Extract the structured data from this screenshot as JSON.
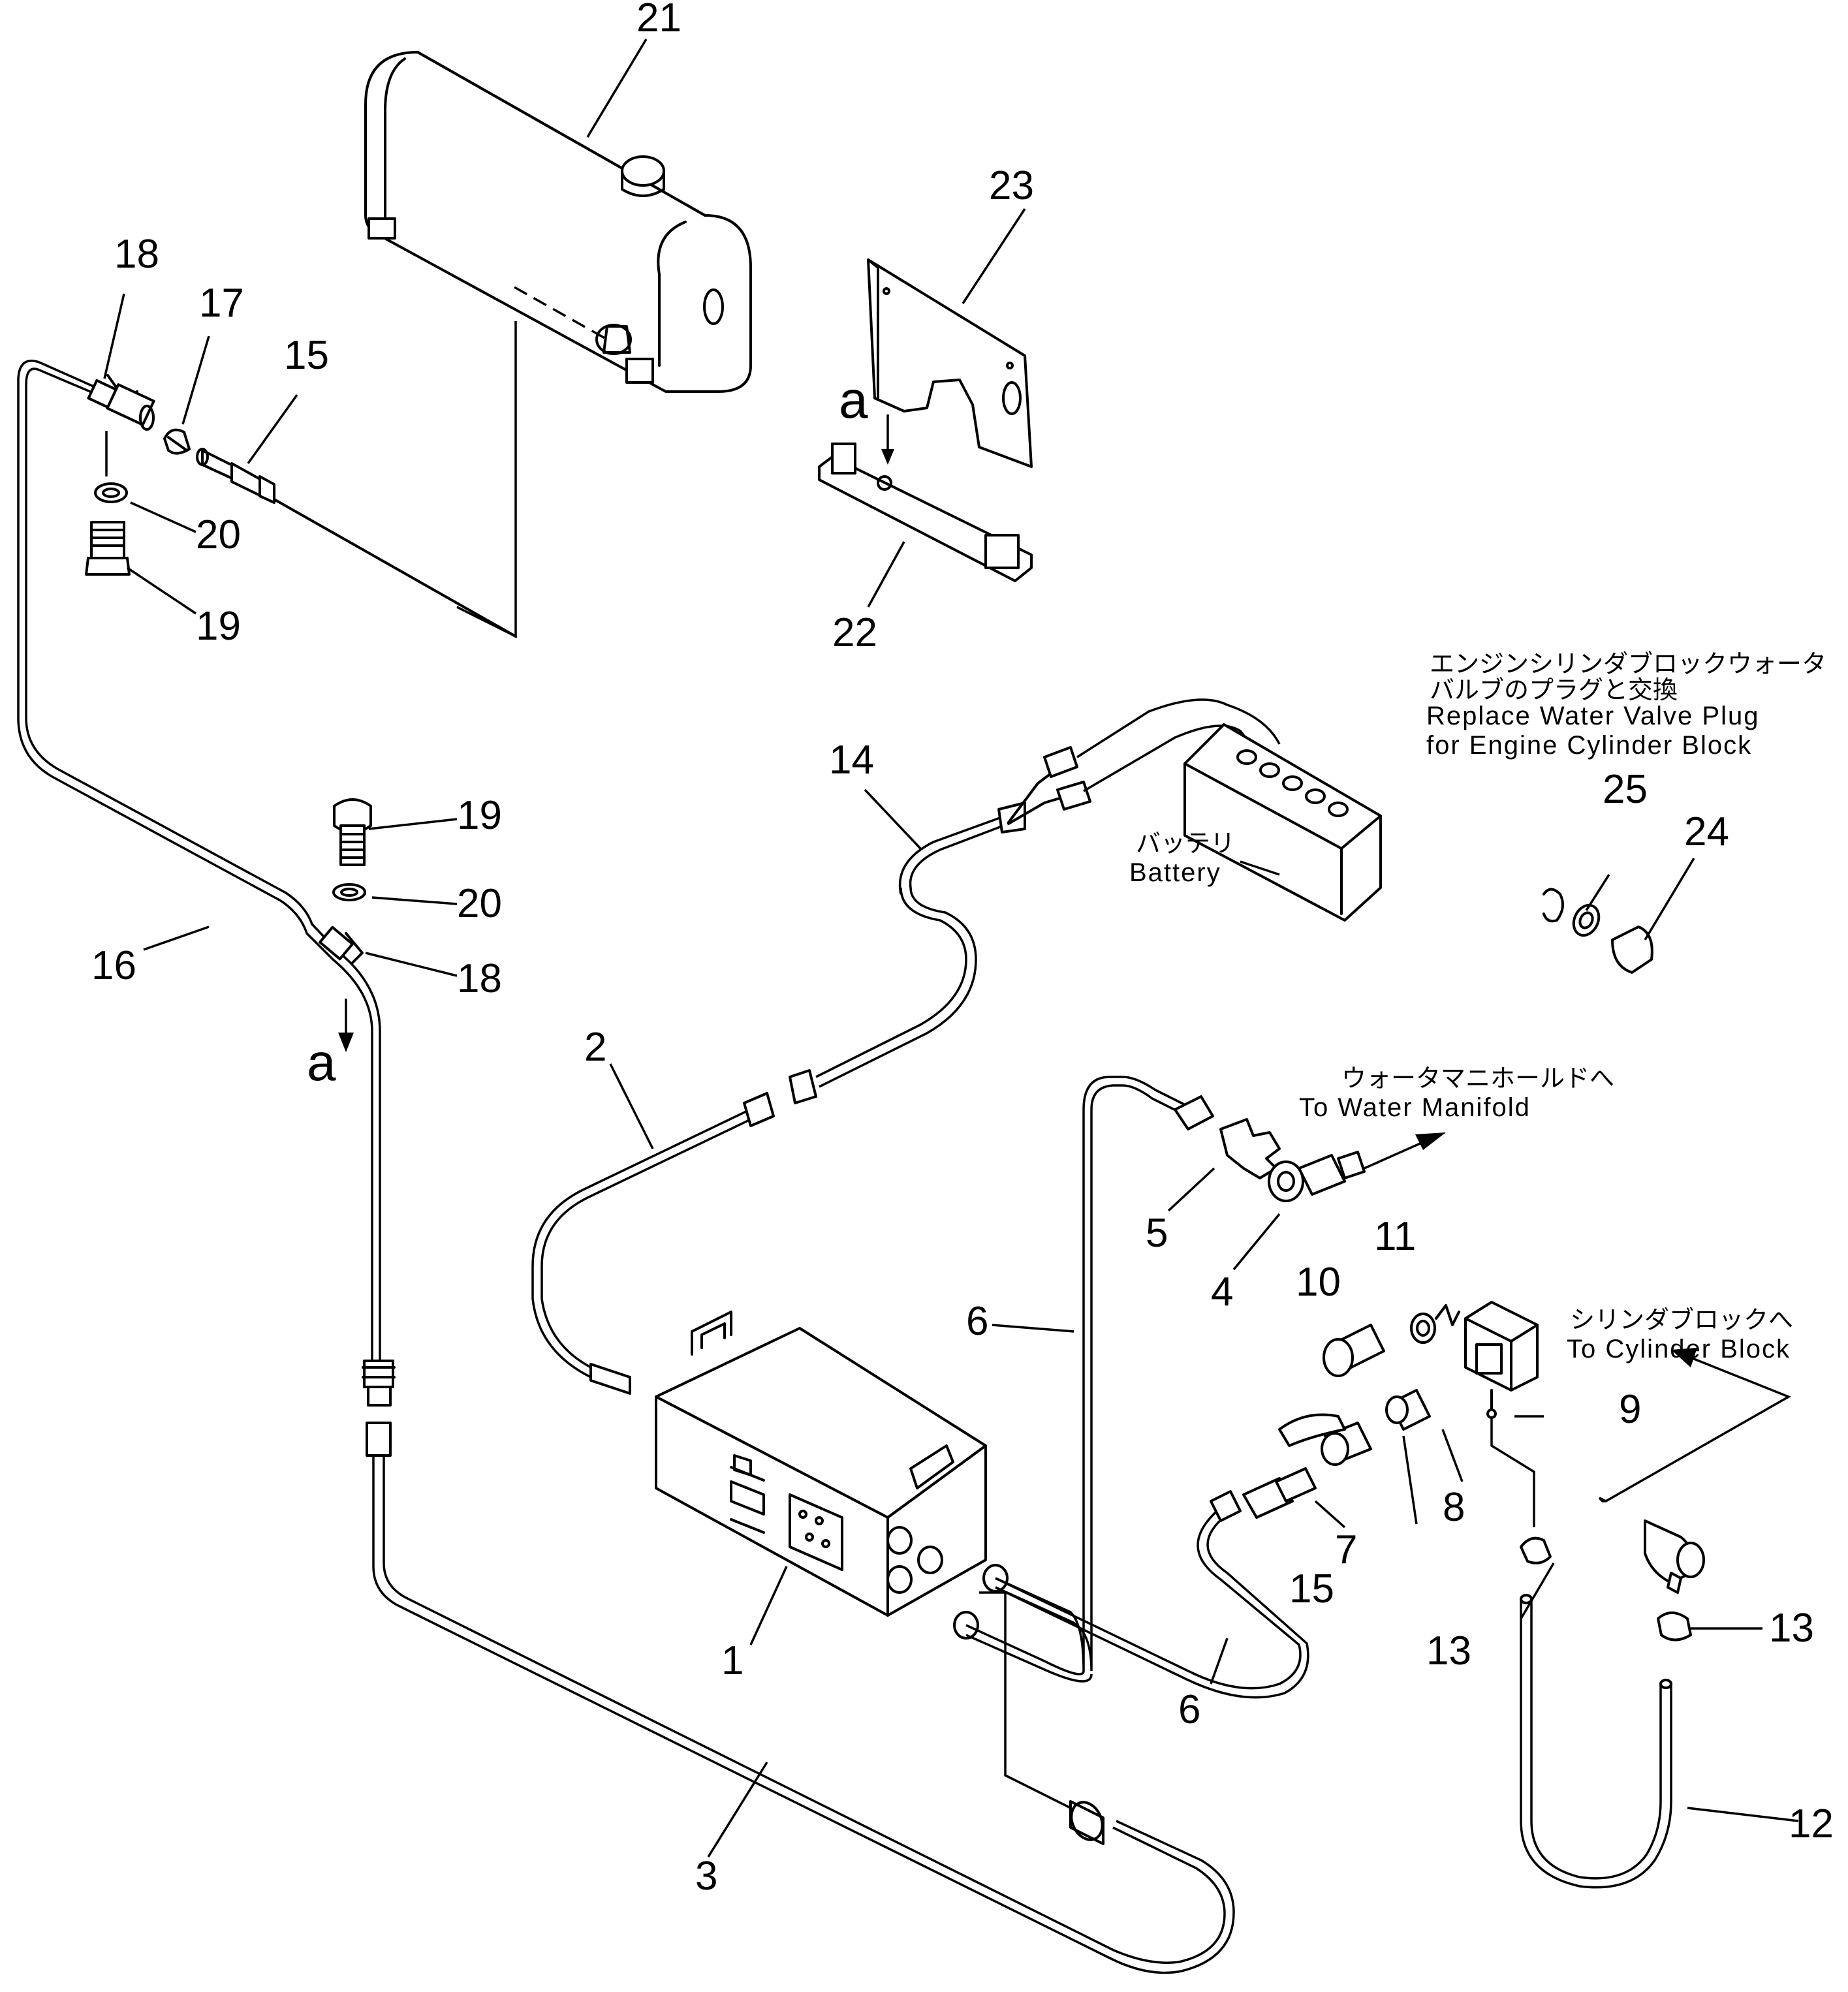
{
  "diagram": {
    "callouts": {
      "n1": "1",
      "n2": "2",
      "n3": "3",
      "n4": "4",
      "n5": "5",
      "n6a": "6",
      "n6b": "6",
      "n7": "7",
      "n8": "8",
      "n9": "9",
      "n10": "10",
      "n11": "11",
      "n12": "12",
      "n13a": "13",
      "n13b": "13",
      "n14": "14",
      "n15a": "15",
      "n15b": "15",
      "n16": "16",
      "n17": "17",
      "n18a": "18",
      "n18b": "18",
      "n19a": "19",
      "n19b": "19",
      "n20a": "20",
      "n20b": "20",
      "n21": "21",
      "n22": "22",
      "n23": "23",
      "n24": "24",
      "n25": "25"
    },
    "view_marks": {
      "a1": "a",
      "a2": "a"
    },
    "notes": {
      "engine_block_jp1": "エンジンシリンダブロックウォータ",
      "engine_block_jp2": "バルブのプラグと交換",
      "engine_block_en1": "Replace Water Valve Plug",
      "engine_block_en2": "for Engine Cylinder Block",
      "battery_jp": "バッテリ",
      "battery_en": "Battery",
      "manifold_jp": "ウォータマニホールドへ",
      "manifold_en": "To Water Manifold",
      "cylinder_jp": "シリンダブロックへ",
      "cylinder_en": "To Cylinder Block"
    }
  }
}
